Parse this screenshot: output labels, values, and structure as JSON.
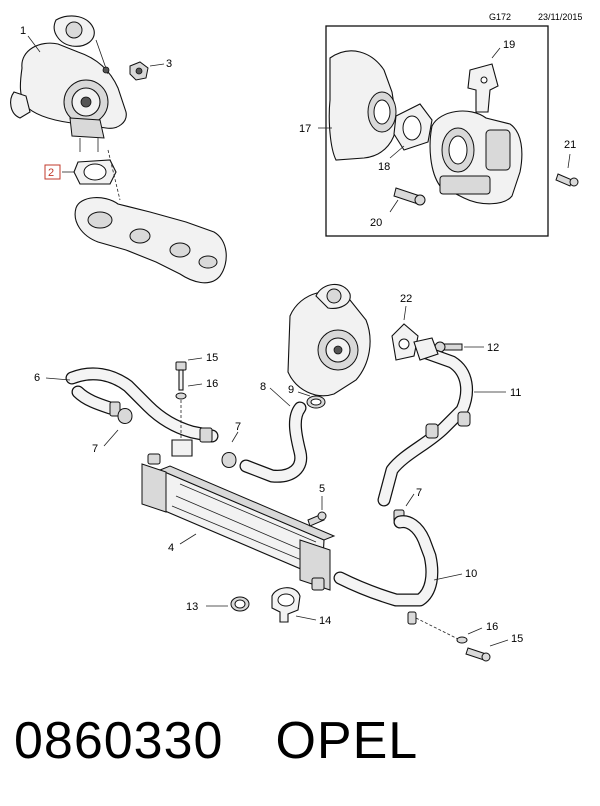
{
  "header": {
    "code": "G172",
    "date": "23/11/2015"
  },
  "callouts": {
    "c1": "1",
    "c2": "2",
    "c3": "3",
    "c4": "4",
    "c5": "5",
    "c6": "6",
    "c7a": "7",
    "c7b": "7",
    "c7c": "7",
    "c8": "8",
    "c9": "9",
    "c10": "10",
    "c11": "11",
    "c12": "12",
    "c13": "13",
    "c14": "14",
    "c15a": "15",
    "c15b": "15",
    "c16a": "16",
    "c16b": "16",
    "c17": "17",
    "c18": "18",
    "c19": "19",
    "c20": "20",
    "c21": "21",
    "c22": "22"
  },
  "footer": {
    "part_number": "0860330",
    "brand": "OPEL"
  }
}
